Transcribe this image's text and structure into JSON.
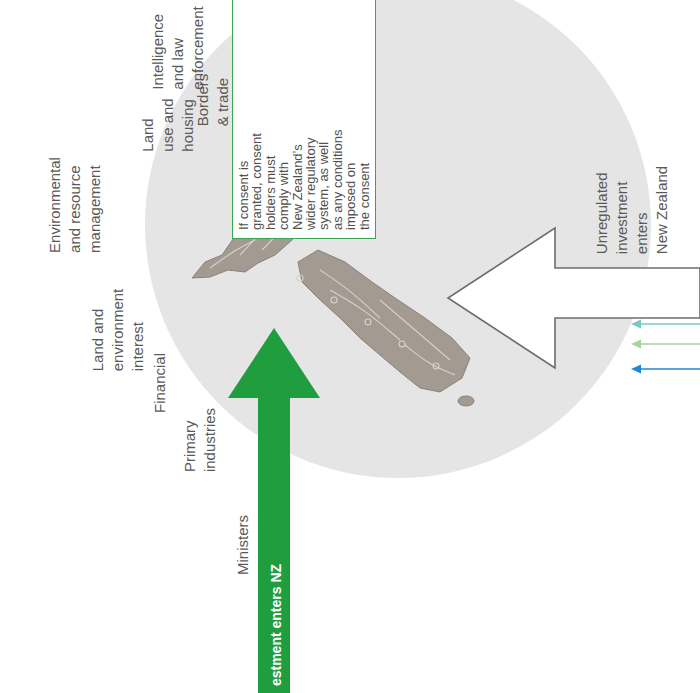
{
  "diagram": {
    "nodes": [
      {
        "text": [
          "If consent is granted, consent holders must comply with New Zealand’s wider regulatory system, as well as any conditions imposed on the consent"
        ]
      },
      {
        "text": [
          "estment enters NZ"
        ]
      }
    ],
    "labels": [
      "Intelligence and law enforcement",
      "Borders & trade",
      "Land use and housing",
      "Environmental and resource management",
      "Land and environment interest",
      "Financial",
      "Primary industries",
      "Ministers",
      "Unregulated investment enters New Zealand"
    ]
  }
}
